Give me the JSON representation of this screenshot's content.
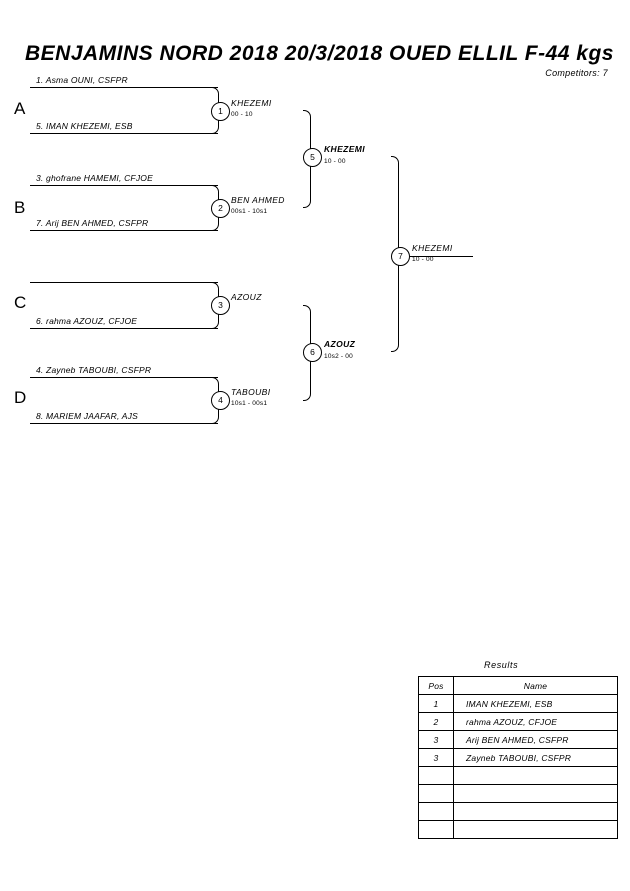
{
  "header": {
    "title": "BENJAMINS NORD 2018  20/3/2018  OUED ELLIL   F-44 kgs",
    "competitors": "Competitors: 7"
  },
  "groups": [
    {
      "letter": "A",
      "top": "1. Asma OUNI, CSFPR",
      "bottom": "5. IMAN KHEZEMI, ESB"
    },
    {
      "letter": "B",
      "top": "3. ghofrane HAMEMI, CFJOE",
      "bottom": "7. Arij BEN AHMED, CSFPR"
    },
    {
      "letter": "C",
      "top": "",
      "bottom": "6. rahma AZOUZ, CFJOE"
    },
    {
      "letter": "D",
      "top": "4. Zayneb TABOUBI, CSFPR",
      "bottom": "8. MARIEM JAAFAR, AJS"
    }
  ],
  "matches": [
    {
      "num": "1",
      "winner": "KHEZEMI",
      "score": "00 - 10"
    },
    {
      "num": "2",
      "winner": "BEN AHMED",
      "score": "00s1 - 10s1"
    },
    {
      "num": "3",
      "winner": "AZOUZ",
      "score": ""
    },
    {
      "num": "4",
      "winner": "TABOUBI",
      "score": "10s1 - 00s1"
    },
    {
      "num": "5",
      "winner": "KHEZEMI",
      "score": "10 - 00"
    },
    {
      "num": "6",
      "winner": "AZOUZ",
      "score": "10s2 - 00"
    },
    {
      "num": "7",
      "winner": "KHEZEMI",
      "score": "10 - 00"
    }
  ],
  "results": {
    "title": "Results",
    "columns": [
      "Pos",
      "Name"
    ],
    "rows": [
      {
        "pos": "1",
        "name": "IMAN KHEZEMI, ESB"
      },
      {
        "pos": "2",
        "name": "rahma AZOUZ, CFJOE"
      },
      {
        "pos": "3",
        "name": "Arij BEN AHMED, CSFPR"
      },
      {
        "pos": "3",
        "name": "Zayneb TABOUBI, CSFPR"
      },
      {
        "pos": "",
        "name": ""
      },
      {
        "pos": "",
        "name": ""
      },
      {
        "pos": "",
        "name": ""
      },
      {
        "pos": "",
        "name": ""
      }
    ]
  }
}
